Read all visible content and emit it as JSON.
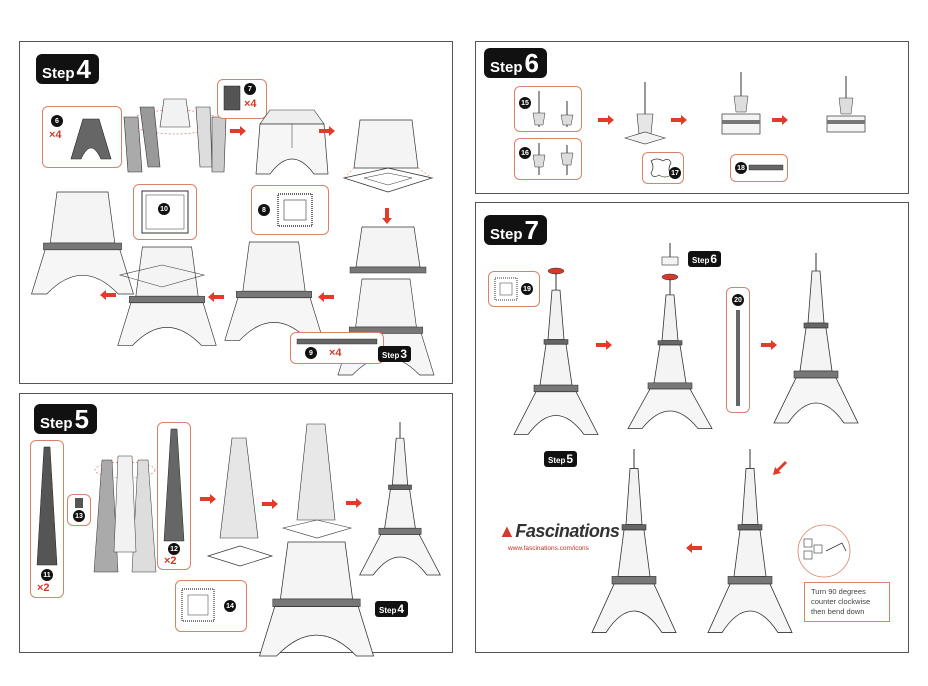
{
  "steps": {
    "step4": {
      "word": "Step",
      "num": "4"
    },
    "step5": {
      "word": "Step",
      "num": "5"
    },
    "step6": {
      "word": "Step",
      "num": "6"
    },
    "step7": {
      "word": "Step",
      "num": "7"
    }
  },
  "refs": {
    "step3": {
      "word": "Step",
      "num": "3"
    },
    "step4": {
      "word": "Step",
      "num": "4"
    },
    "step5": {
      "word": "Step",
      "num": "5"
    },
    "step6": {
      "word": "Step",
      "num": "6"
    }
  },
  "parts": {
    "p6": "6",
    "p7": "7",
    "p8": "8",
    "p9": "9",
    "p10": "10",
    "p11": "11",
    "p12": "12",
    "p13": "13",
    "p14": "14",
    "p15": "15",
    "p16": "16",
    "p17": "17",
    "p18": "18",
    "p19": "19",
    "p20": "20"
  },
  "quantities": {
    "q6": "×4",
    "q7": "×4",
    "q9": "×4",
    "q11": "×2",
    "q12": "×2"
  },
  "note": {
    "line1": "Turn 90 degrees",
    "line2": "counter clockwise",
    "line3": "then bend down"
  },
  "brand": {
    "name": "Fascinations",
    "url": "www.fascinations.com/icons"
  },
  "colors": {
    "arrow": "#e23b2a",
    "callout": "#d9826a",
    "badge": "#111111",
    "marker": "#2aa06a"
  }
}
